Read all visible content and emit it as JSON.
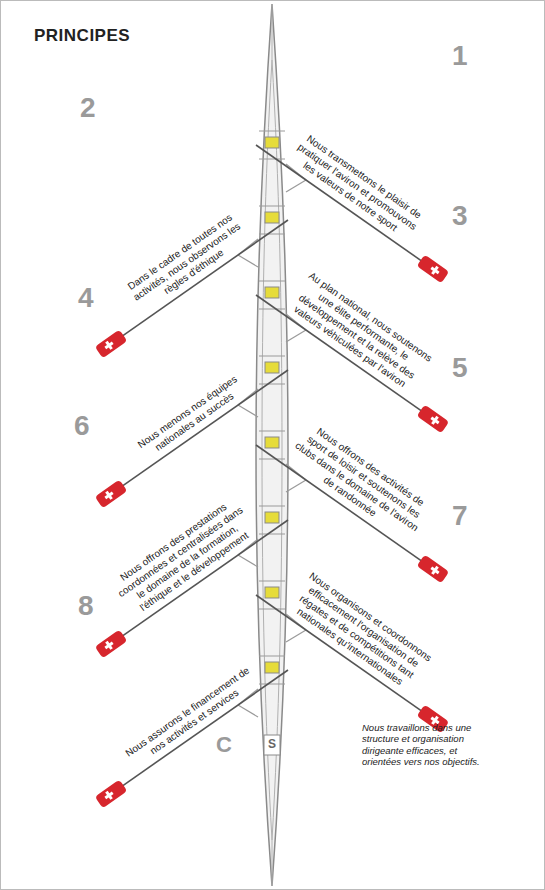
{
  "diagram": {
    "title": "PRINCIPES",
    "labels": [
      "1",
      "Nous transmettons le plaisir de pratiquer l'aviron et promouvons les valeurs de notre sport",
      "2",
      "Dans le cadre de toutes nos activités, nous observons les règles d'éthique",
      "3",
      "Au plan national, nous soutenons une élite performante, le développement et la relève des valeurs véhiculées par l'aviron",
      "4",
      "Nous menons nos équipes nationales au succès",
      "5",
      "Nous offrons des activités de sport de loisir et soutenons les clubs dans le domaine de l'aviron de randonnée",
      "6",
      "Nous offrons des prestations coordonnées et centralisées dans le domaine de la formation, l'éthique et le développement",
      "7",
      "Nous organisons et coordonnons efficacement l'organisation de régates et de compétitions tant nationales qu'internationales",
      "8",
      "Nous assurons le financement de nos activités et services",
      "C",
      "Nous travaillons dans une structure et organisation dirigeante efficaces, et orientées vers nos objectifs.",
      "S"
    ]
  }
}
